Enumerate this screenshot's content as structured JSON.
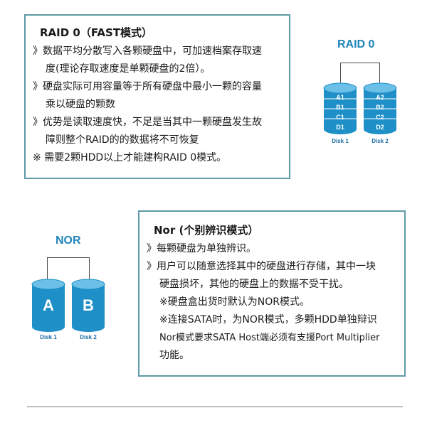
{
  "raid": {
    "title": "RAID 0（FAST模式）",
    "lines": [
      "》数据平均分散写入各颗硬盘中，可加速档案存取速",
      "度(理论存取速度是单颗硬盘的2倍）。",
      "》硬盘实际可用容量等于所有硬盘中最小一颗的容量",
      "乘以硬盘的颗数",
      "》优势是读取速度快，不足是当其中一颗硬盘发生故",
      "障则整个RAID的的数据将不可恢复",
      "※ 需要2颗HDD以上才能建构RAID 0模式。"
    ],
    "diagram": {
      "title": "RAID 0",
      "disk1": {
        "segments": [
          "A1",
          "B1",
          "C1",
          "D1"
        ],
        "label": "Disk 1"
      },
      "disk2": {
        "segments": [
          "A2",
          "B2",
          "C2",
          "D2"
        ],
        "label": "Disk 2"
      }
    }
  },
  "nor": {
    "title": "Nor (个别辨识模式）",
    "lines": [
      "》每颗硬盘为单独辨识。",
      "》用户可以随意选择其中的硬盘进行存储，其中一块",
      "硬盘损坏，其他的硬盘上的数据不受干扰。",
      "※硬盘盒出货时默认为NOR模式。",
      "※连接SATA时，为NOR模式，多颗HDD单独辩识",
      "Nor模式要求SATA Host端必须有支援Port Multiplier",
      "功能。"
    ],
    "diagram": {
      "title": "NOR",
      "disk1": {
        "letter": "A",
        "label": "Disk 1"
      },
      "disk2": {
        "letter": "B",
        "label": "Disk 2"
      }
    }
  },
  "colors": {
    "border": "#5f9aa6",
    "disk": "#1f8fc8",
    "disk_light": "#6cc0e8",
    "title_blue": "#1f84b8"
  }
}
